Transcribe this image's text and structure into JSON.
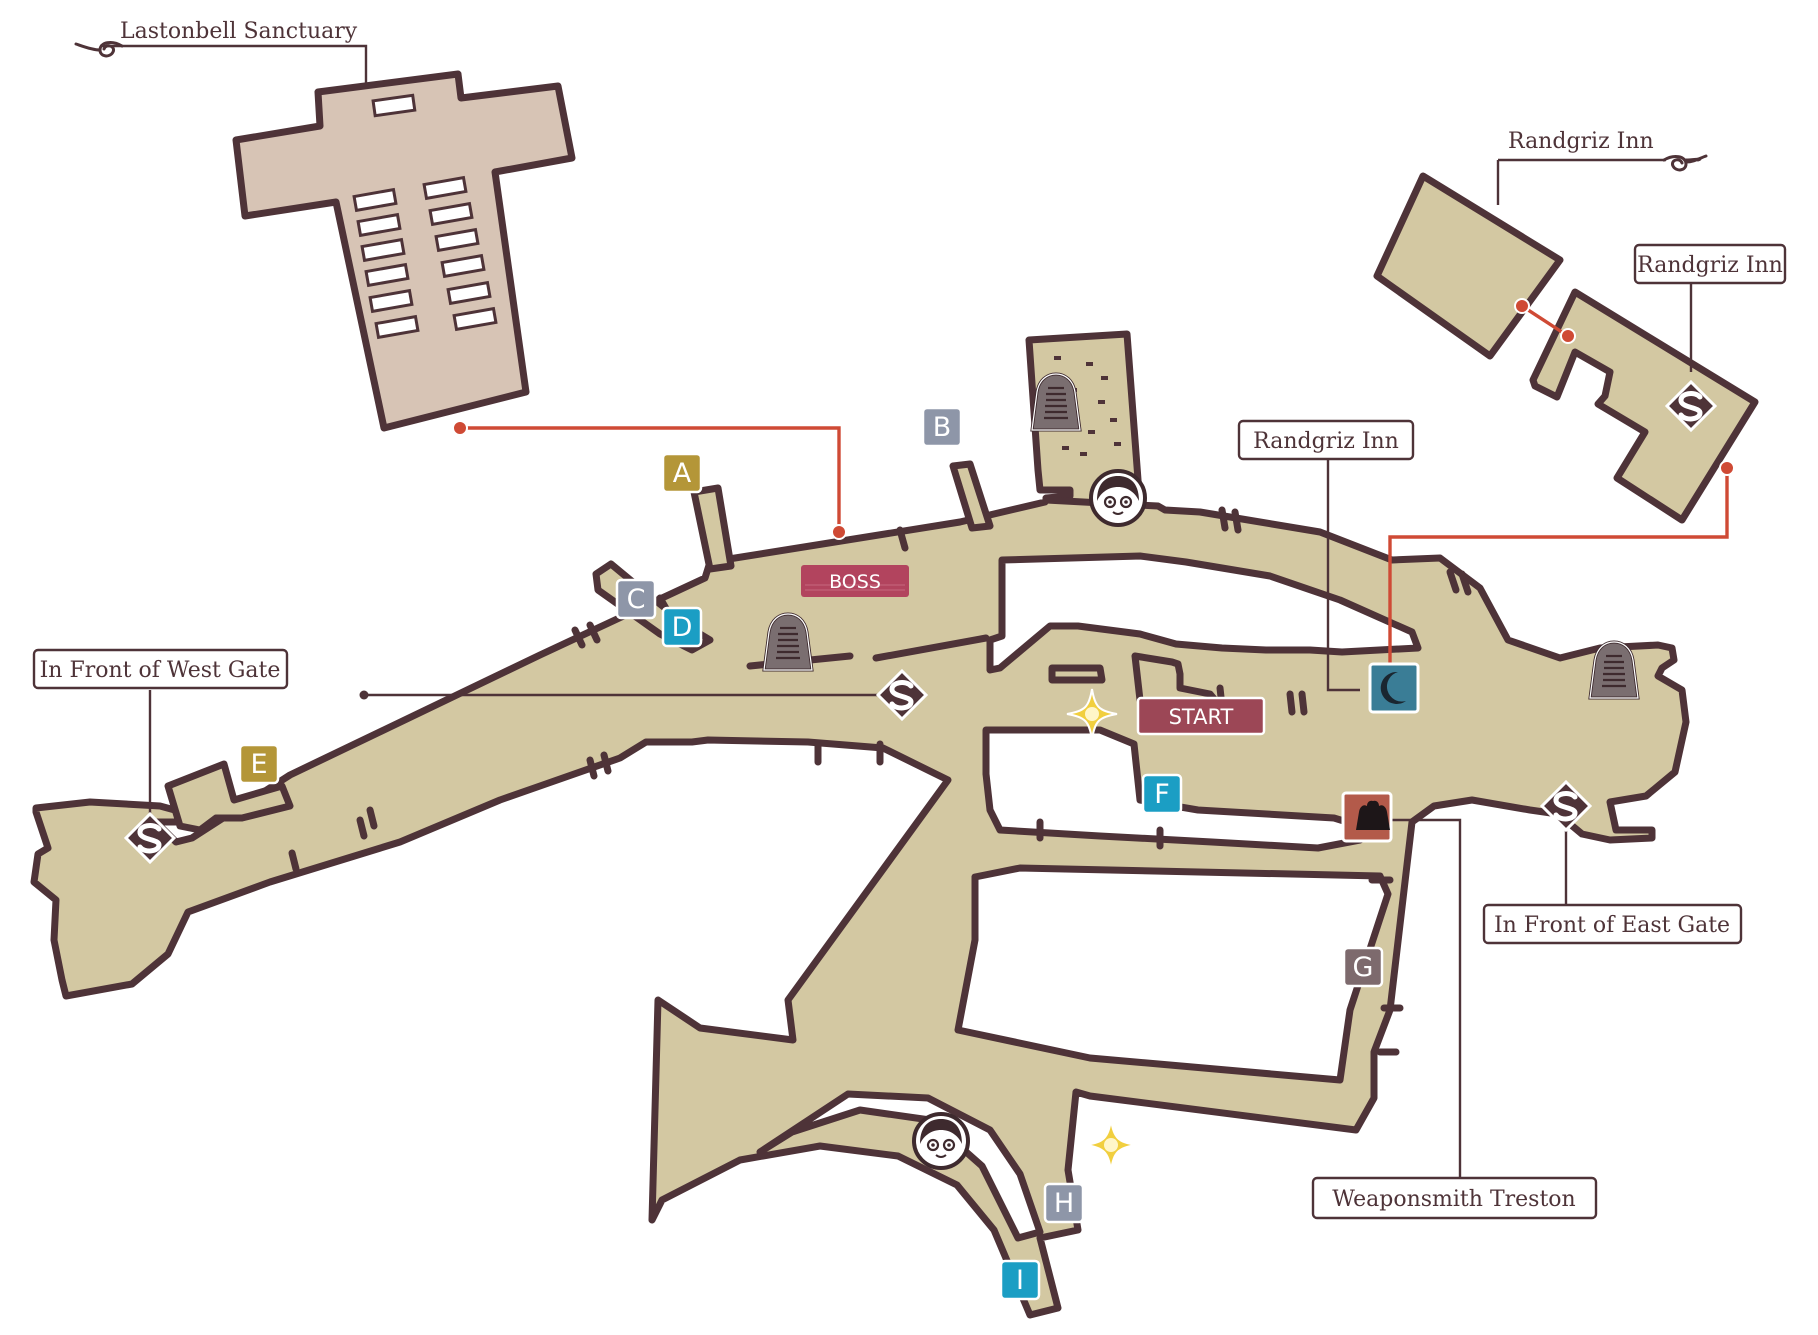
{
  "labels": {
    "lastonbell": "Lastonbell Sanctuary",
    "randgriz_inn_top": "Randgriz Inn",
    "randgriz_inn_right": "Randgriz Inn",
    "randgriz_inn_mid": "Randgriz Inn",
    "west_gate": "In Front of West Gate",
    "east_gate": "In Front of East Gate",
    "weaponsmith": "Weaponsmith Treston"
  },
  "banners": {
    "boss": "BOSS",
    "start": "START"
  },
  "markers": {
    "a": "A",
    "b": "B",
    "c": "C",
    "d": "D",
    "e": "E",
    "f": "F",
    "g": "G",
    "h": "H",
    "i": "I"
  },
  "colors": {
    "floor": "#d3c8a2",
    "sanctuary_floor": "#d7c4b5",
    "wall": "#4e3338",
    "connector": "#cf4a35",
    "marker_olive": "#b49638",
    "marker_slate": "#8e96a8",
    "marker_teal": "#1b9ec4",
    "marker_taupe": "#7d6a6d",
    "boss_banner": "#b2445e",
    "start_banner": "#9c4756"
  },
  "icons": {
    "save_point": "save-point-icon",
    "gravestone": "gravestone-icon",
    "npc": "npc-face-icon",
    "sparkle": "sparkle-icon",
    "inn": "crescent-moon-inn-icon",
    "weapon_shop": "weapon-shop-icon"
  }
}
